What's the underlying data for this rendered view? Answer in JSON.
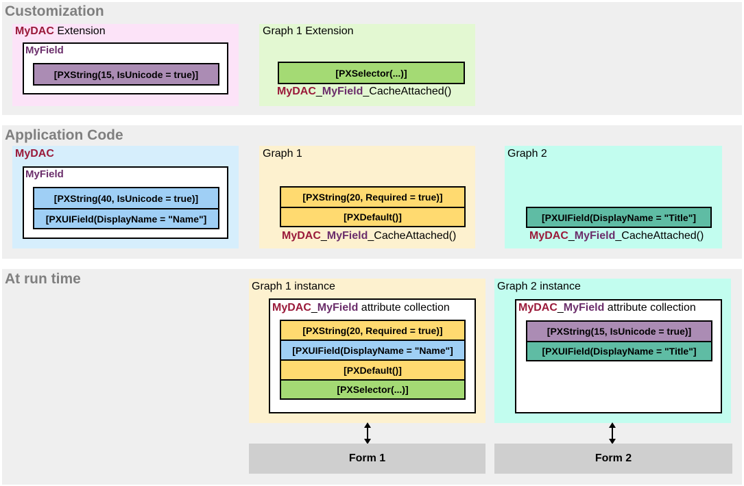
{
  "customization": {
    "title": "Customization",
    "mydac_ext": {
      "dac": "MyDAC",
      "suffix": " Extension",
      "field": "MyField",
      "attr": "[PXString(15, IsUnicode = true)]"
    },
    "graph1_ext": {
      "title": "Graph 1 Extension",
      "attr": "[PXSelector(...)]",
      "cache_dac": "MyDAC",
      "cache_sep": "_",
      "cache_field": "MyField",
      "cache_suffix": "_CacheAttached()"
    }
  },
  "application_code": {
    "title": "Application Code",
    "mydac": {
      "dac": "MyDAC",
      "field": "MyField",
      "attrs": [
        "[PXString(40, IsUnicode = true)]",
        "[PXUIField(DisplayName = \"Name\"]"
      ]
    },
    "graph1": {
      "title": "Graph 1",
      "attrs": [
        "[PXString(20, Required = true)]",
        "[PXDefault()]"
      ],
      "cache_dac": "MyDAC",
      "cache_sep": "_",
      "cache_field": "MyField",
      "cache_suffix": "_CacheAttached()"
    },
    "graph2": {
      "title": "Graph 2",
      "attr": "[PXUIField(DisplayName = \"Title\"]",
      "cache_dac": "MyDAC",
      "cache_sep": "_",
      "cache_field": "MyField",
      "cache_suffix": "_CacheAttached()"
    }
  },
  "run_time": {
    "title": "At run time",
    "graph1_instance": {
      "title": "Graph 1 instance",
      "coll_dac": "MyDAC",
      "coll_sep": "_",
      "coll_field": "MyField",
      "coll_suffix": " attribute collection",
      "attrs": [
        "[PXString(20, Required = true)]",
        "[PXUIField(DisplayName = \"Name\"]",
        "[PXDefault()]",
        "[PXSelector(...)]"
      ],
      "form": "Form 1"
    },
    "graph2_instance": {
      "title": "Graph 2 instance",
      "coll_dac": "MyDAC",
      "coll_sep": "_",
      "coll_field": "MyField",
      "coll_suffix": " attribute collection",
      "attrs": [
        "[PXString(15, IsUnicode = true)]",
        "[PXUIField(DisplayName = \"Title\"]"
      ],
      "form": "Form 2"
    }
  },
  "colors": {
    "band": "#efefef",
    "customization_mydac": "#fce3f8",
    "graph1_ext": "#e3f8d2",
    "mydac": "#d6eefc",
    "graph1": "#fdf1cf",
    "graph2": "#c2fdef"
  }
}
